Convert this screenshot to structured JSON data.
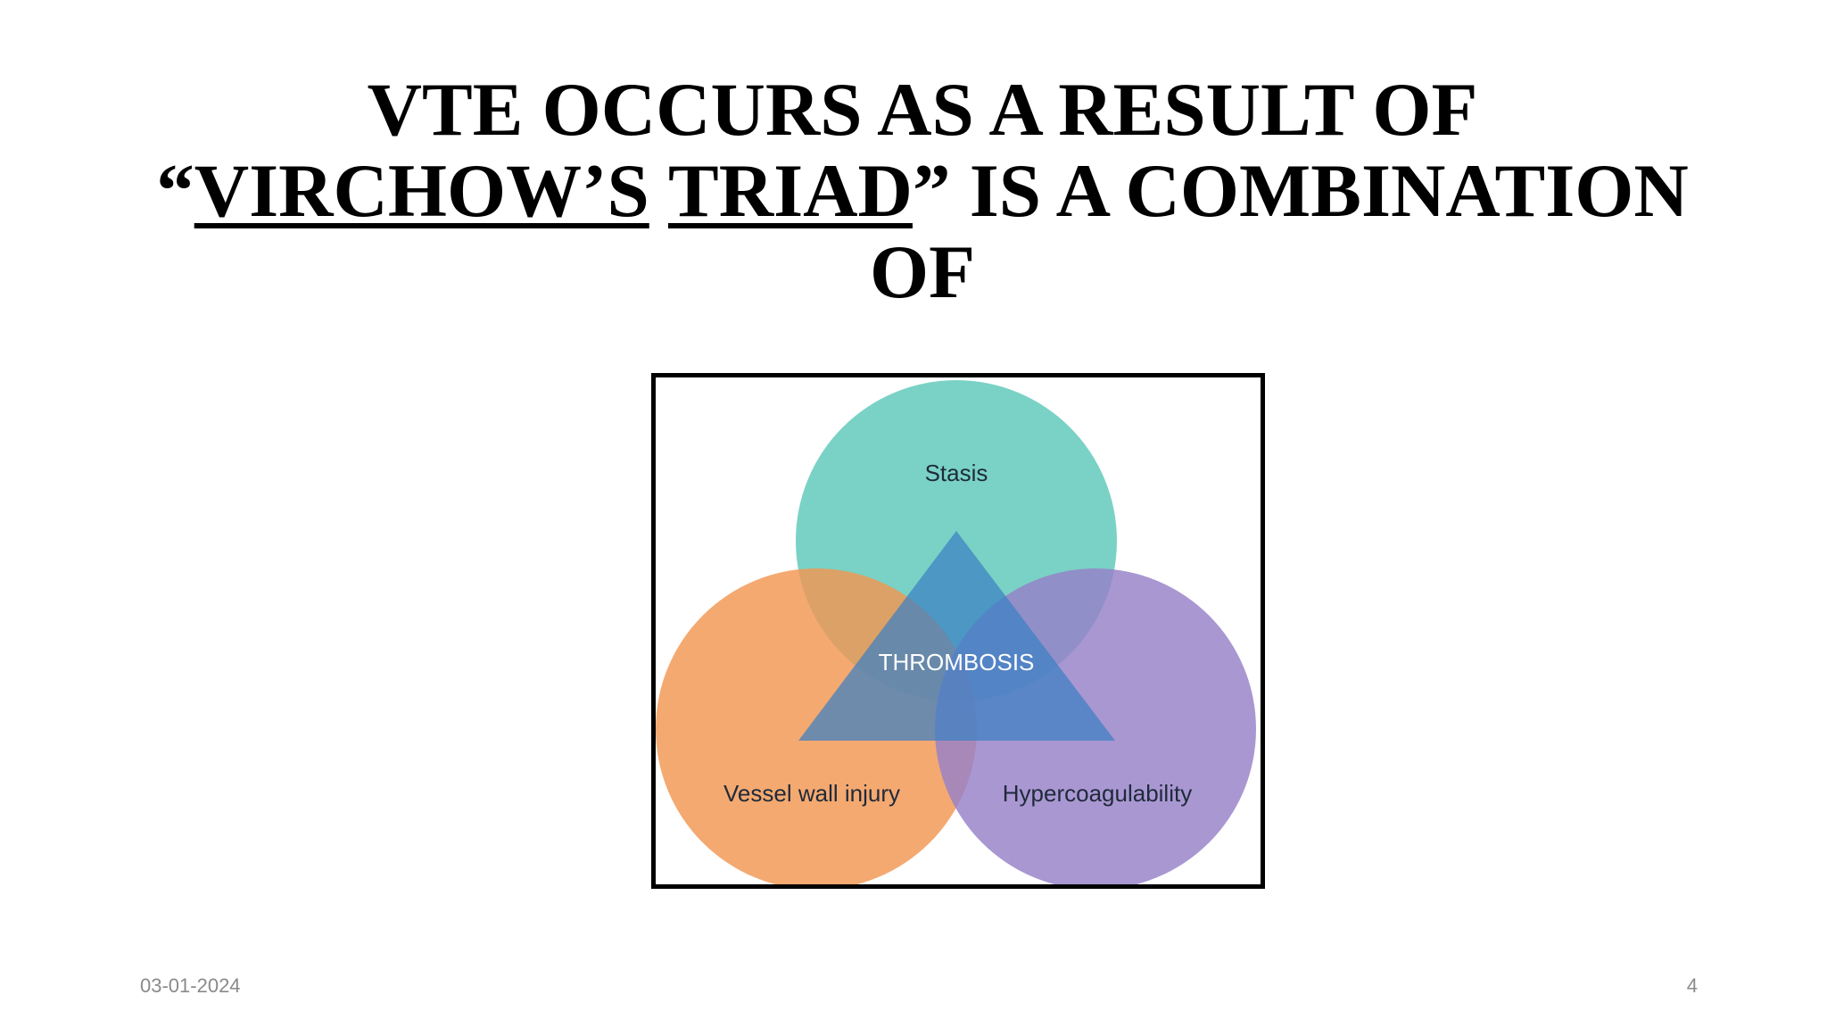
{
  "slide": {
    "title": {
      "line1": "VTE OCCURS AS A RESULT OF",
      "quote_open": "“",
      "virchow": "VIRCHOW’S",
      "triad": "TRIAD",
      "line2_rest": "” IS A COMBINATION",
      "line3": "OF"
    },
    "footer": {
      "date": "03-01-2024",
      "page_number": "4"
    }
  },
  "diagram": {
    "circles": [
      {
        "id": "stasis",
        "label": "Stasis",
        "color": "#5cc8b8"
      },
      {
        "id": "vessel-wall-injury",
        "label": "Vessel wall injury",
        "color": "#f29650"
      },
      {
        "id": "hypercoagulability",
        "label": "Hypercoagulability",
        "color": "#9680c8"
      }
    ],
    "center": {
      "label": "THROMBOSIS",
      "color": "#3b7fc4"
    }
  }
}
